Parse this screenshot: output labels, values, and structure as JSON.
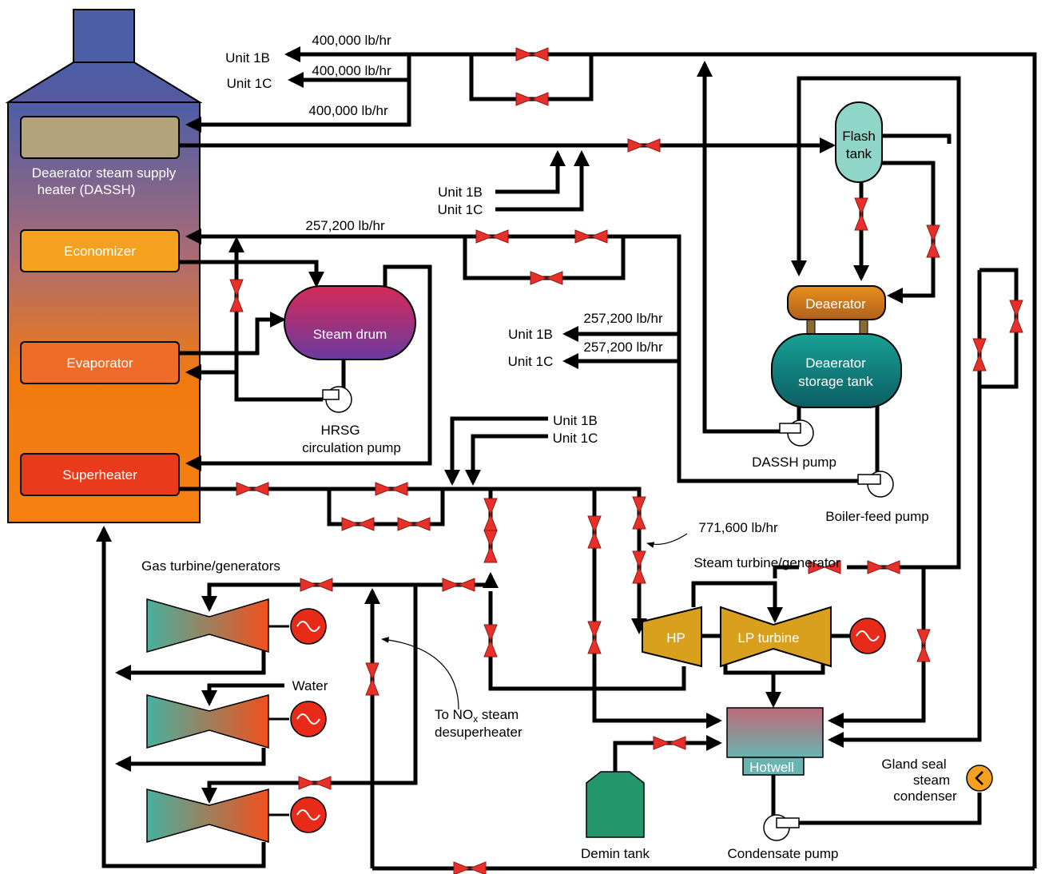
{
  "stack": {
    "dassh": "Deaerator steam supply",
    "dassh2": "heater (DASSH)",
    "economizer": "Economizer",
    "evaporator": "Evaporator",
    "superheater": "Superheater"
  },
  "flows": {
    "f400a": "400,000 lb/hr",
    "f400b": "400,000 lb/hr",
    "f400c": "400,000 lb/hr",
    "f257a": "257,200 lb/hr",
    "f257b": "257,200 lb/hr",
    "f257c": "257,200 lb/hr",
    "f771": "771,600 lb/hr"
  },
  "units": {
    "u1b_a": "Unit 1B",
    "u1c_a": "Unit 1C",
    "u1b_b": "Unit 1B",
    "u1c_b": "Unit 1C",
    "u1b_c": "Unit 1B",
    "u1c_c": "Unit 1C",
    "u1b_d": "Unit 1B",
    "u1c_d": "Unit 1C"
  },
  "equipment": {
    "steam_drum": "Steam drum",
    "hrsg_pump": "HRSG",
    "hrsg_pump2": "circulation pump",
    "flash1": "Flash",
    "flash2": "tank",
    "deaerator": "Deaerator",
    "storage1": "Deaerator",
    "storage2": "storage tank",
    "dassh_pump": "DASSH pump",
    "bfp": "Boiler-feed pump",
    "stg": "Steam turbine/generator",
    "hp": "HP",
    "lp": "LP turbine",
    "gtg": "Gas turbine/generators",
    "water": "Water",
    "nox1": "To NO",
    "nox_sub": "x",
    "nox2": " steam",
    "nox3": "desuperheater",
    "hotwell": "Hotwell",
    "demin": "Demin tank",
    "condpump": "Condensate pump",
    "gland1": "Gland seal",
    "gland2": "steam",
    "gland3": "condenser"
  },
  "colors": {
    "valve": "#e8302a",
    "stack_top": "#4a5ea8",
    "stack_bottom": "#f07a10",
    "economizer": "#f4a020",
    "evaporator": "#f06a28",
    "superheater": "#ea3a1c",
    "steam_drum": "#c0245c",
    "flash_tank": "#90d6c8",
    "deaerator": "#d4801c",
    "storage_tank": "#10807a",
    "turbine_hp": "#d8a01c",
    "demin_tank": "#24966c",
    "generator": "#e82a18"
  }
}
